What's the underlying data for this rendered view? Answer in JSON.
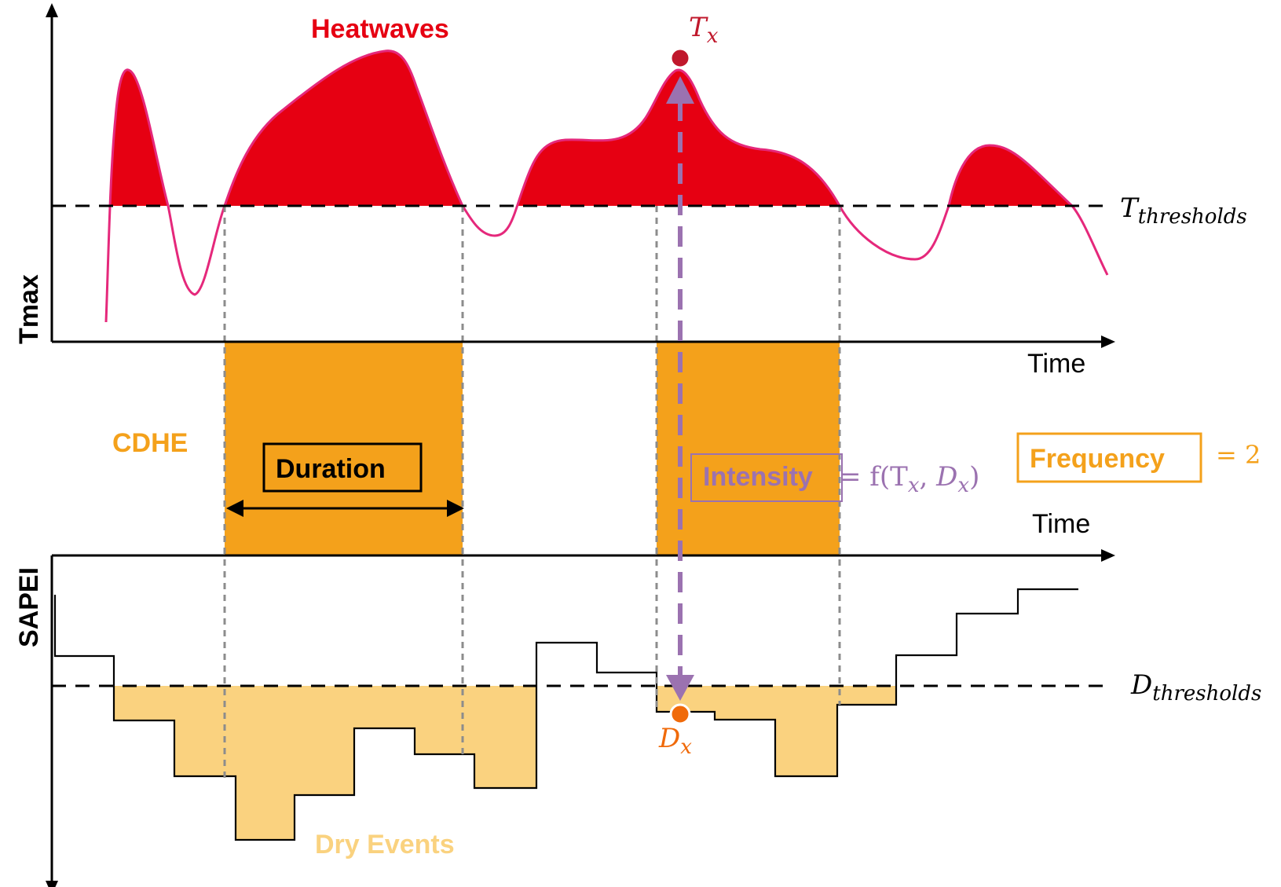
{
  "colors": {
    "heatwave": "#e60012",
    "tmax_line": "#e5287b",
    "cdhe": "#f4a11b",
    "dry": "#fad27f",
    "intensity": "#9b72b0",
    "tx_dot": "#c0182c",
    "dx_dot": "#f06a0a",
    "grid_dash": "#8c8c8c"
  },
  "labels": {
    "heatwaves": "Heatwaves",
    "tmax_axis": "Tmax",
    "time_top": "Time",
    "time_bottom": "Time",
    "sapei_axis": "SAPEI",
    "cdhe": "CDHE",
    "duration": "Duration",
    "intensity": "Intensity",
    "intensity_formula": "= f(T",
    "frequency": "Frequency",
    "frequency_value": "= 2",
    "dry_events": "Dry Events",
    "t_symbol": "T",
    "t_sub": "x",
    "d_symbol": "D",
    "d_sub": "x",
    "t_threshold_symbol": "T",
    "t_threshold_sub": "thresholds",
    "d_threshold_symbol": "D",
    "d_threshold_sub": "thresholds"
  },
  "icons": {
    "axis_arrow": "arrow-head-icon",
    "tx_marker": "circle-marker-icon",
    "dx_marker": "circle-marker-icon"
  }
}
